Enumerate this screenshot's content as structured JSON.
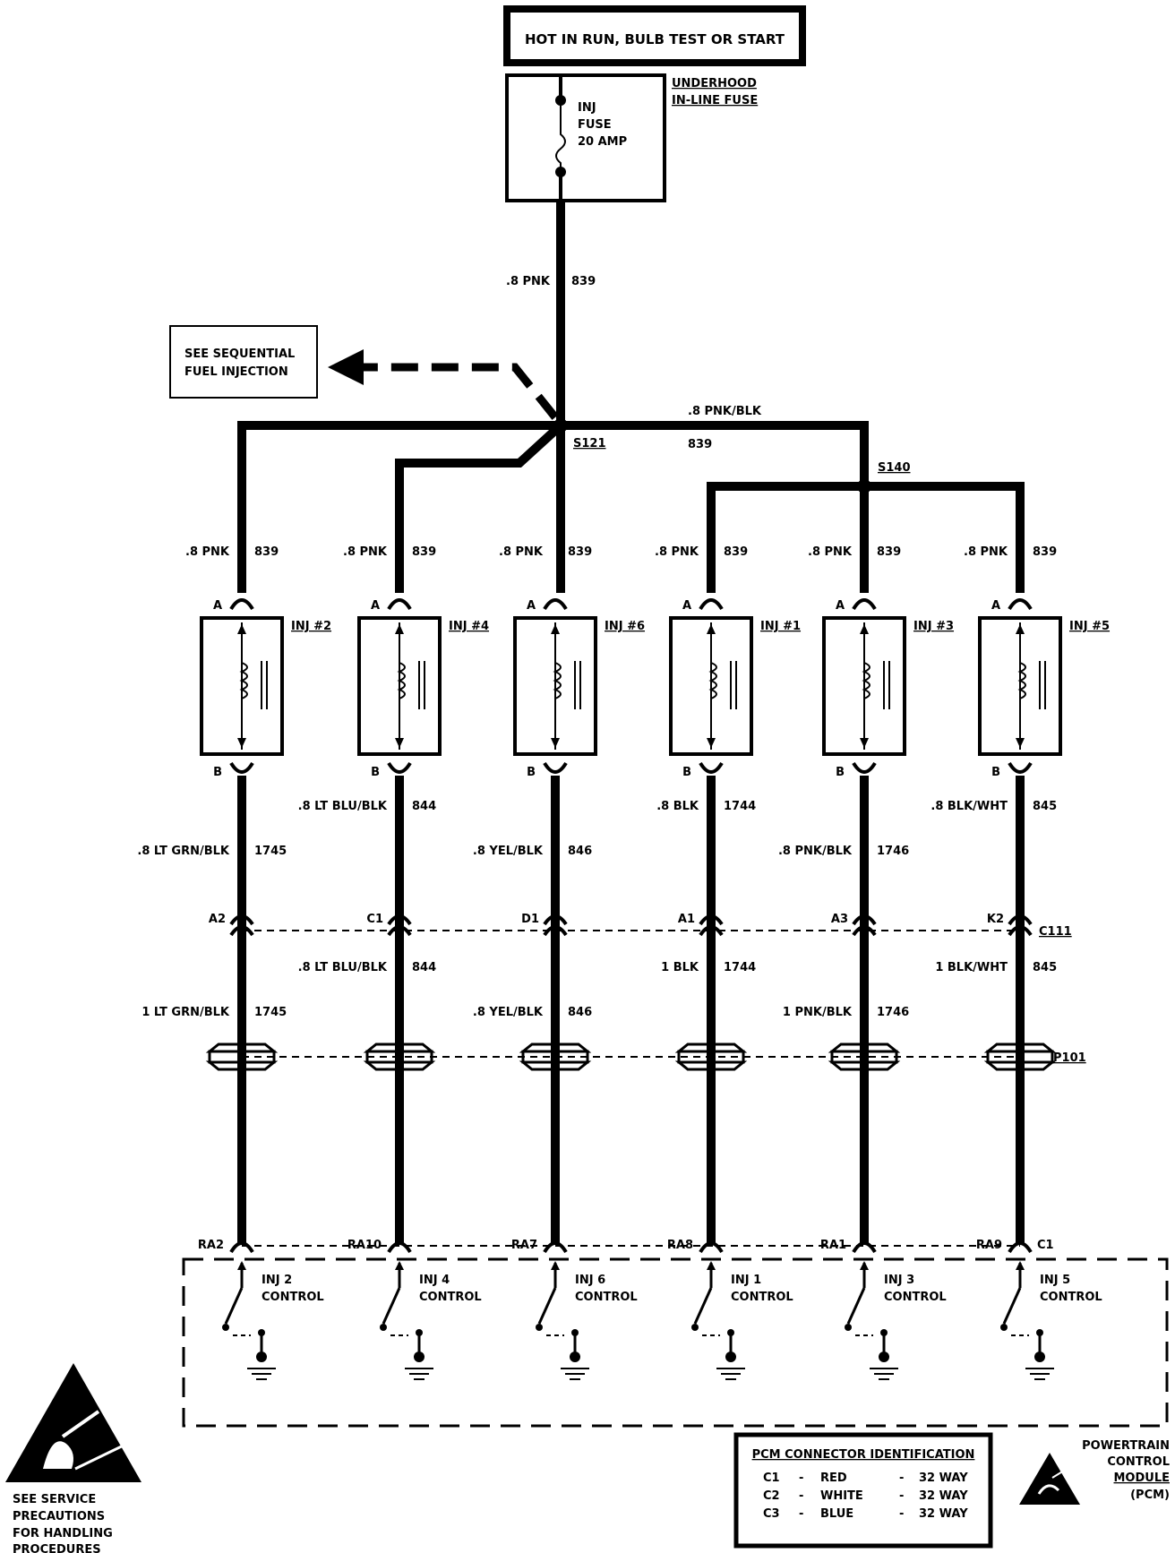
{
  "power": {
    "source": "HOT IN RUN, BULB TEST OR START",
    "fuse_box_label": [
      "UNDERHOOD",
      "IN-LINE FUSE"
    ],
    "fuse_label": [
      "INJ",
      "FUSE",
      "20 AMP"
    ]
  },
  "feed": {
    "size_color": ".8 PNK",
    "circuit": "839"
  },
  "reference_box": [
    "SEE SEQUENTIAL",
    "FUEL INJECTION"
  ],
  "splices": {
    "s121": "S121",
    "s140": "S140",
    "bus_size_color": ".8 PNK/BLK",
    "bus_circuit": "839"
  },
  "connectors": {
    "c111": "C111",
    "p101": "P101",
    "pcm_c1": "C1"
  },
  "injectors": [
    {
      "name": "INJ #2",
      "pin_a": "A",
      "pin_b": "B",
      "feed_wire": ".8 PNK",
      "feed_circuit": "839",
      "out_wire": ".8 LT GRN/BLK",
      "out_circuit": "1745",
      "c111_pin": "A2",
      "p101_wire": "1 LT GRN/BLK",
      "p101_circuit": "1745",
      "pcm_pin": "RA2",
      "control": [
        "INJ 2",
        "CONTROL"
      ]
    },
    {
      "name": "INJ #4",
      "pin_a": "A",
      "pin_b": "B",
      "feed_wire": ".8 PNK",
      "feed_circuit": "839",
      "out_wire": ".8 LT BLU/BLK",
      "out_circuit": "844",
      "c111_pin": "C1",
      "p101_wire": ".8 LT BLU/BLK",
      "p101_circuit": "844",
      "pcm_pin": "RA10",
      "control": [
        "INJ 4",
        "CONTROL"
      ]
    },
    {
      "name": "INJ #6",
      "pin_a": "A",
      "pin_b": "B",
      "feed_wire": ".8 PNK",
      "feed_circuit": "839",
      "out_wire": ".8 YEL/BLK",
      "out_circuit": "846",
      "c111_pin": "D1",
      "p101_wire": ".8 YEL/BLK",
      "p101_circuit": "846",
      "pcm_pin": "RA7",
      "control": [
        "INJ 6",
        "CONTROL"
      ]
    },
    {
      "name": "INJ #1",
      "pin_a": "A",
      "pin_b": "B",
      "feed_wire": ".8 PNK",
      "feed_circuit": "839",
      "out_wire": ".8 BLK",
      "out_circuit": "1744",
      "c111_pin": "A1",
      "p101_wire": "1 BLK",
      "p101_circuit": "1744",
      "pcm_pin": "RA8",
      "control": [
        "INJ 1",
        "CONTROL"
      ]
    },
    {
      "name": "INJ #3",
      "pin_a": "A",
      "pin_b": "B",
      "feed_wire": ".8 PNK",
      "feed_circuit": "839",
      "out_wire": ".8 PNK/BLK",
      "out_circuit": "1746",
      "c111_pin": "A3",
      "p101_wire": "1 PNK/BLK",
      "p101_circuit": "1746",
      "pcm_pin": "RA1",
      "control": [
        "INJ 3",
        "CONTROL"
      ]
    },
    {
      "name": "INJ #5",
      "pin_a": "A",
      "pin_b": "B",
      "feed_wire": ".8 PNK",
      "feed_circuit": "839",
      "out_wire": ".8 BLK/WHT",
      "out_circuit": "845",
      "c111_pin": "K2",
      "p101_wire": "1 BLK/WHT",
      "p101_circuit": "845",
      "pcm_pin": "RA9",
      "control": [
        "INJ 5",
        "CONTROL"
      ]
    }
  ],
  "pcm_id_table": {
    "title": "PCM CONNECTOR IDENTIFICATION",
    "rows": [
      {
        "conn": "C1",
        "dash1": "-",
        "color": "RED",
        "dash2": "-",
        "ways": "32 WAY"
      },
      {
        "conn": "C2",
        "dash1": "-",
        "color": "WHITE",
        "dash2": "-",
        "ways": "32 WAY"
      },
      {
        "conn": "C3",
        "dash1": "-",
        "color": "BLUE",
        "dash2": "-",
        "ways": "32 WAY"
      }
    ]
  },
  "pcm_label": [
    "POWERTRAIN",
    "CONTROL",
    "MODULE",
    "(PCM)"
  ],
  "esd_note": [
    "SEE SERVICE",
    "PRECAUTIONS",
    "FOR HANDLING",
    "PROCEDURES"
  ]
}
